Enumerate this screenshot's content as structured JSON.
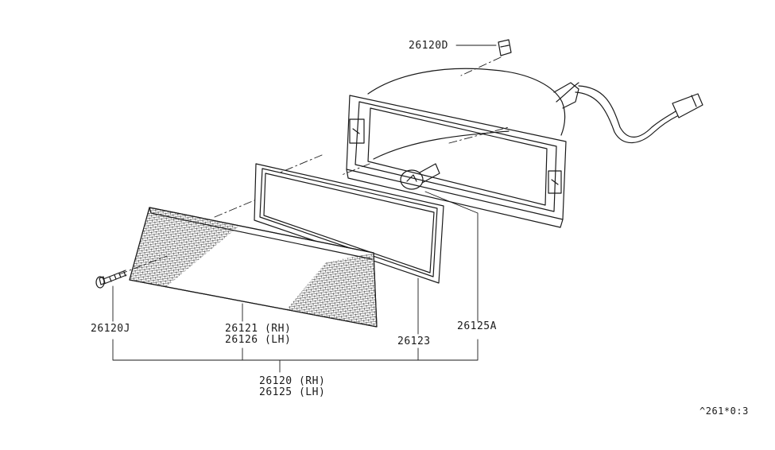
{
  "labels": {
    "clip": "26120D",
    "screw": "26120J",
    "lens_rh": "26121 (RH)",
    "lens_lh": "26126 (LH)",
    "gasket": "26123",
    "housing": "26125A",
    "assembly_rh": "26120 (RH)",
    "assembly_lh": "26125 (LH)"
  },
  "footer": {
    "code": "^261*0:3"
  },
  "colors": {
    "line": "#1a1a1a",
    "background": "#ffffff"
  }
}
